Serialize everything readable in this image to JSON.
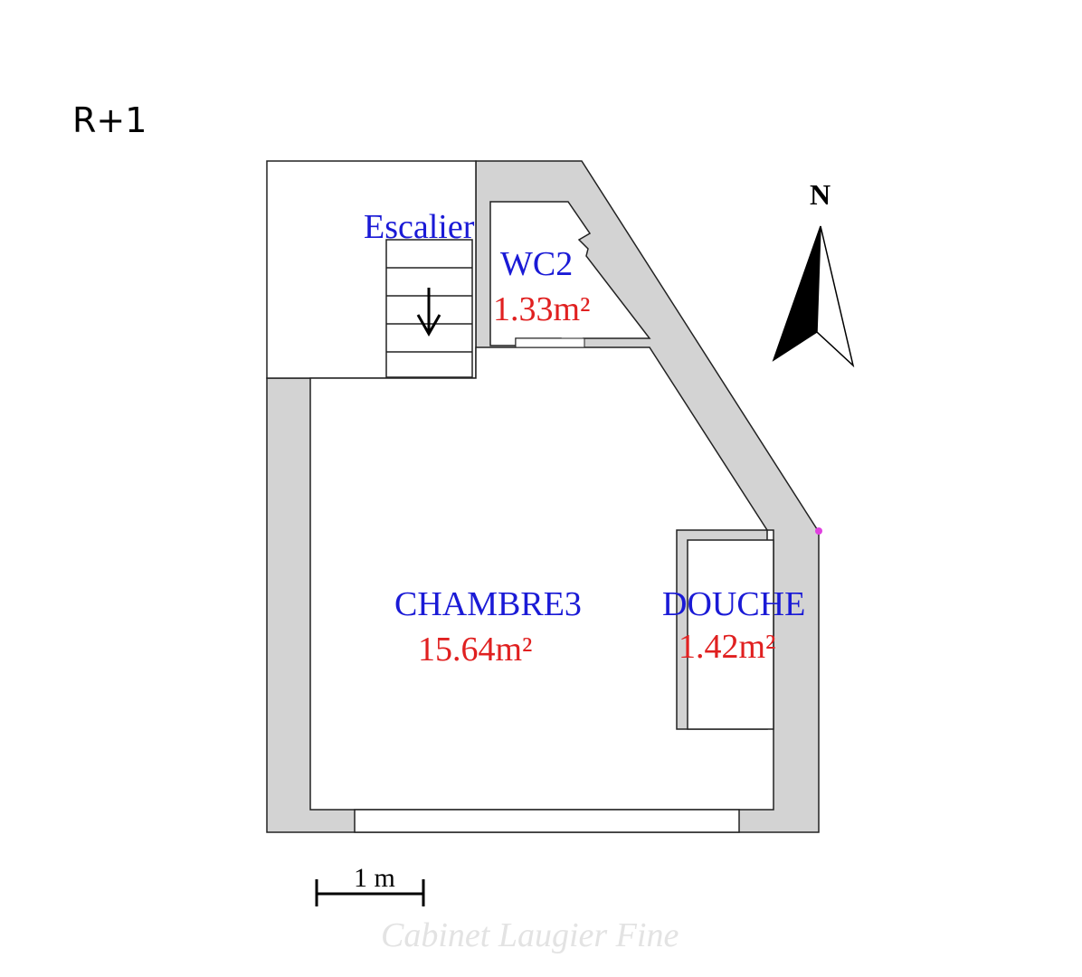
{
  "level_label": "R+1",
  "rooms": {
    "escalier": {
      "name": "Escalier"
    },
    "wc2": {
      "name": "WC2",
      "area": "1.33m²"
    },
    "chambre3": {
      "name": "CHAMBRE3",
      "area": "15.64m²"
    },
    "douche": {
      "name": "DOUCHE",
      "area": "1.42m²"
    }
  },
  "compass": {
    "label": "N"
  },
  "scale_bar": {
    "label": "1 m"
  },
  "watermark": "Cabinet Laugier Fine",
  "colors": {
    "wall_fill": "#d3d3d3",
    "room_name": "#1a1ad6",
    "room_area": "#e02020",
    "marker": "#e040e0"
  }
}
